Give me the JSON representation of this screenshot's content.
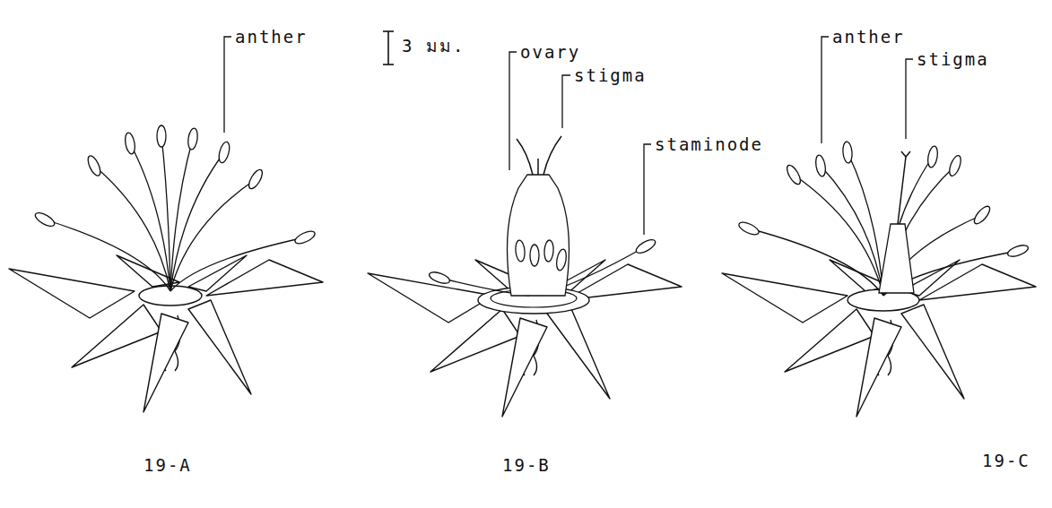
{
  "diagram": {
    "labels": [
      "3 มม.",
      "anther",
      "19-A",
      "ovary",
      "stigma",
      "staminode",
      "19-B",
      "anther",
      "stigma",
      "19-C"
    ]
  }
}
